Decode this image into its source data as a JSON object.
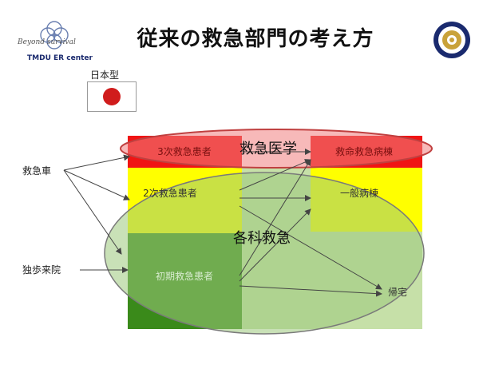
{
  "title": "従来の救急部門の考え方",
  "logo": {
    "script_text": "Beyond survival",
    "caption": "TMDU ER center"
  },
  "flag": {
    "label": "日本型"
  },
  "left_labels": {
    "ambulance": "救急車",
    "walk_in": "独歩来院"
  },
  "boxes": {
    "tertiary_patients": "3次救急患者",
    "secondary_patients": "2次救急患者",
    "primary_patients": "初期救急患者",
    "critical_ward": "救命救急病棟",
    "general_ward": "一般病棟",
    "go_home": "帰宅"
  },
  "ellipses": {
    "emergency_medicine": "救急医学",
    "departments": "各科救急"
  },
  "colors": {
    "red": "#f01414",
    "yellow": "#ffff00",
    "light_green": "#b8d898",
    "dark_green": "#3a8a1a",
    "ellipse_red": "#f08080",
    "ellipse_green": "#9cc87c"
  }
}
